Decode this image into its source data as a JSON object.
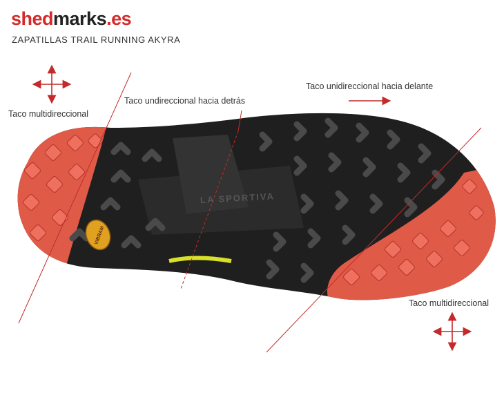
{
  "brand": {
    "part1": "shed",
    "part2": "marks",
    "part3": ".es",
    "accent": "#d42a2a"
  },
  "subtitle": "ZAPATILLAS TRAIL RUNNING AKYRA",
  "annotations": {
    "multi_left": "Taco multidireccional",
    "back": "Taco undireccional hacia detrás",
    "front": "Taco unidireccional hacia delante",
    "multi_right": "Taco multidireccional"
  },
  "sole": {
    "brand_text": "LA SPORTIVA",
    "logo_text": "VIBRAM",
    "colors": {
      "rubber": "#1c1c1c",
      "orange": "#e05a48",
      "accent": "#d8e02a",
      "arrow": "#c42a2a"
    }
  }
}
